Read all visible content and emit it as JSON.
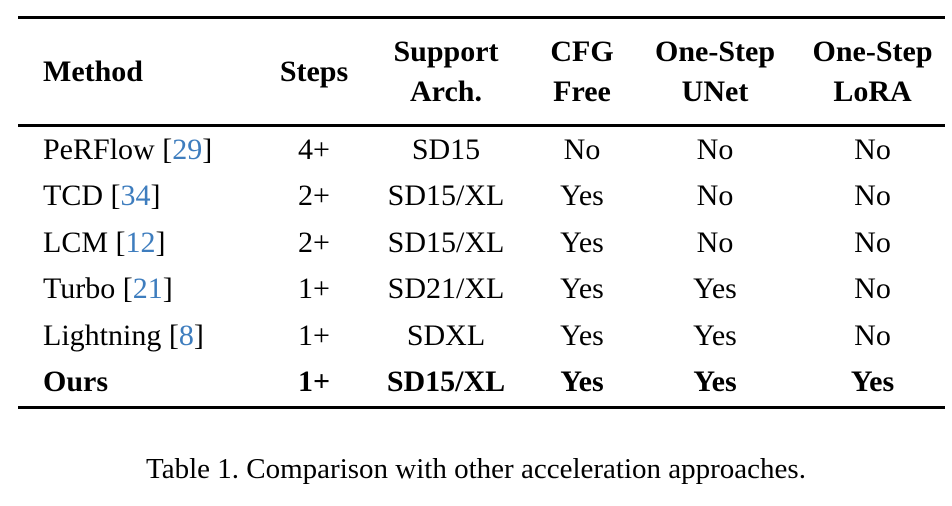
{
  "page": {
    "background": "#ffffff",
    "text_color": "#000000",
    "citation_color": "#3e7dbe"
  },
  "table": {
    "citation_brackets": [
      "[",
      "]"
    ],
    "header": [
      {
        "lines": [
          "Method"
        ]
      },
      {
        "lines": [
          "Steps"
        ]
      },
      {
        "lines": [
          "Support",
          "Arch."
        ]
      },
      {
        "lines": [
          "CFG",
          "Free"
        ]
      },
      {
        "lines": [
          "One-Step",
          "UNet"
        ]
      },
      {
        "lines": [
          "One-Step",
          "LoRA"
        ]
      }
    ],
    "rows": [
      {
        "method": "PeRFlow",
        "citation": "29",
        "cells": [
          "4+",
          "SD15",
          "No",
          "No",
          "No"
        ],
        "bold": false
      },
      {
        "method": "TCD",
        "citation": "34",
        "cells": [
          "2+",
          "SD15/XL",
          "Yes",
          "No",
          "No"
        ],
        "bold": false
      },
      {
        "method": "LCM",
        "citation": "12",
        "cells": [
          "2+",
          "SD15/XL",
          "Yes",
          "No",
          "No"
        ],
        "bold": false
      },
      {
        "method": "Turbo",
        "citation": "21",
        "cells": [
          "1+",
          "SD21/XL",
          "Yes",
          "Yes",
          "No"
        ],
        "bold": false
      },
      {
        "method": "Lightning",
        "citation": "8",
        "cells": [
          "1+",
          "SDXL",
          "Yes",
          "Yes",
          "No"
        ],
        "bold": false
      },
      {
        "method": "Ours",
        "citation": null,
        "cells": [
          "1+",
          "SD15/XL",
          "Yes",
          "Yes",
          "Yes"
        ],
        "bold": true
      }
    ]
  },
  "caption": "Table 1. Comparison with other acceleration approaches."
}
